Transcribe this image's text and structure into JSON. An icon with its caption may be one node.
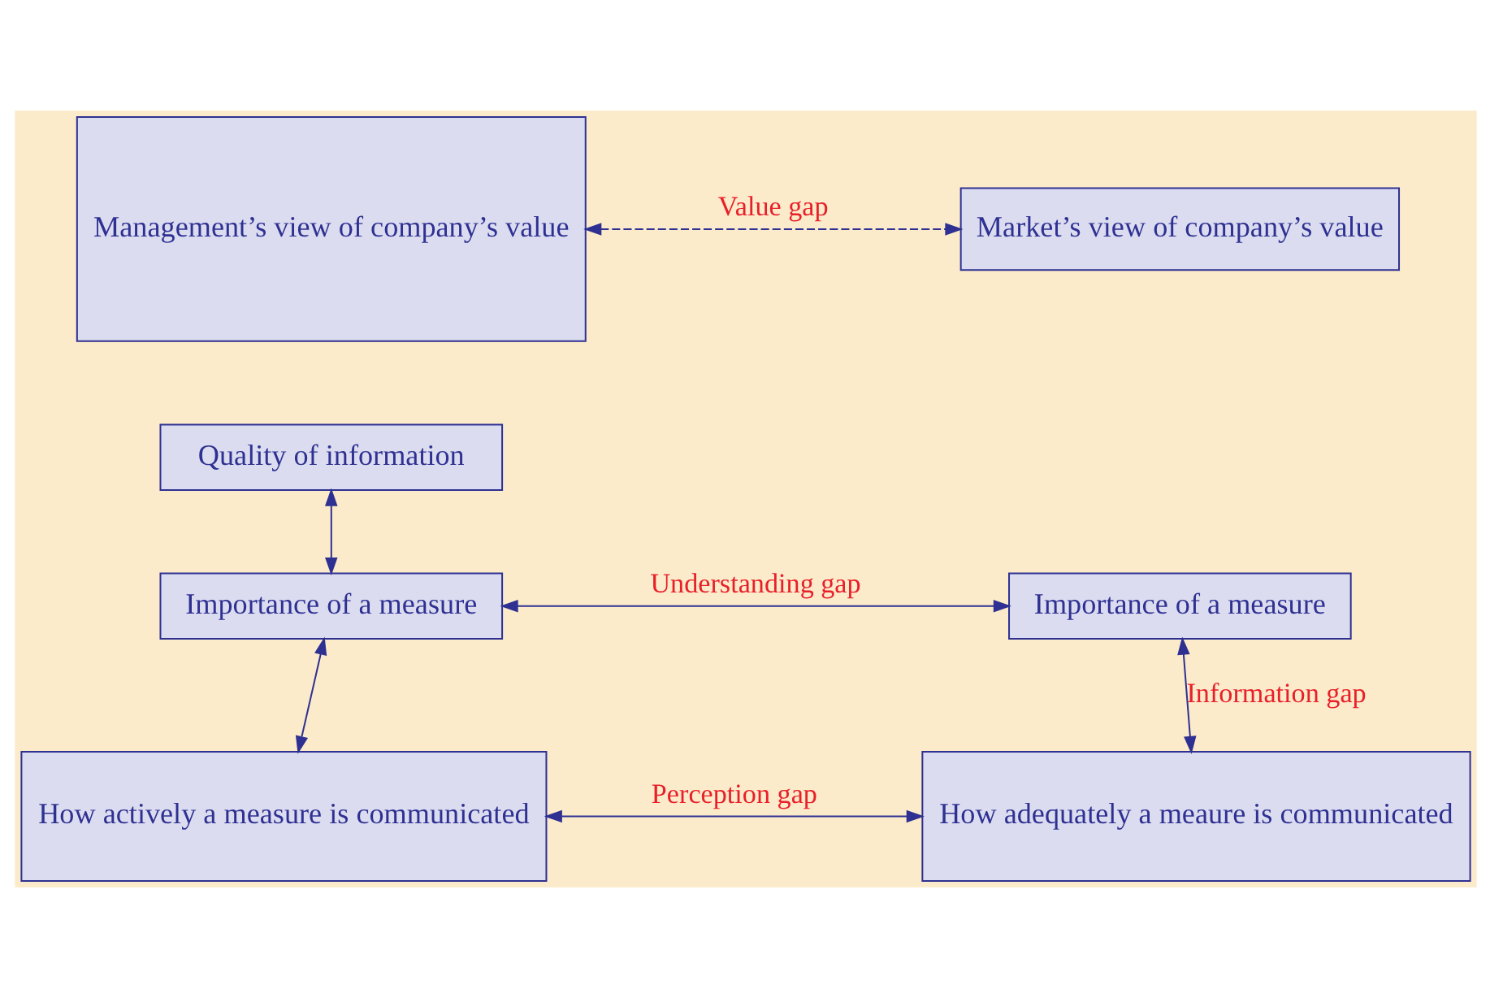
{
  "diagram": {
    "nodes": [
      {
        "text": [
          "Management’s view of company’s value"
        ]
      },
      {
        "text": [
          "Market’s view of company’s value"
        ]
      },
      {
        "text": [
          "Quality of information"
        ]
      },
      {
        "text": [
          "Importance of a measure"
        ]
      },
      {
        "text": [
          "Importance of a measure"
        ]
      },
      {
        "text": [
          "How actively a measure is communicated"
        ]
      },
      {
        "text": [
          "How adequately a meaure is communicated"
        ]
      }
    ],
    "edges": [
      {
        "from": 0,
        "to": 1,
        "arrow": "both",
        "label": "Value gap",
        "style": "dashed"
      },
      {
        "from": 2,
        "to": 3,
        "arrow": "both"
      },
      {
        "from": 3,
        "to": 4,
        "arrow": "both",
        "label": "Understanding gap"
      },
      {
        "from": 3,
        "to": 5,
        "arrow": "both"
      },
      {
        "from": 5,
        "to": 6,
        "arrow": "both",
        "label": "Perception gap"
      },
      {
        "from": 4,
        "to": 6,
        "arrow": "both",
        "label": "Information gap"
      }
    ]
  }
}
